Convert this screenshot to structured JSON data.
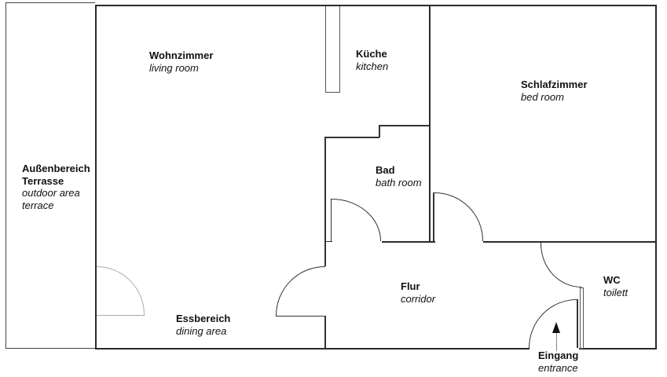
{
  "rooms": {
    "terrasse": {
      "de1": "Außenbereich",
      "de2": "Terrasse",
      "en1": "outdoor area",
      "en2": "terrace"
    },
    "wohnzimmer": {
      "de": "Wohnzimmer",
      "en": "living room"
    },
    "kueche": {
      "de": "Küche",
      "en": "kitchen"
    },
    "schlafzimmer": {
      "de": "Schlafzimmer",
      "en": "bed room"
    },
    "bad": {
      "de": "Bad",
      "en": "bath room"
    },
    "flur": {
      "de": "Flur",
      "en": "corridor"
    },
    "essbereich": {
      "de": "Essbereich",
      "en": "dining area"
    },
    "wc": {
      "de": "WC",
      "en": "toilett"
    },
    "eingang": {
      "de": "Eingang",
      "en": "entrance"
    }
  },
  "icons": {
    "entrance_arrow": "up-arrow"
  },
  "colors": {
    "background": "#ffffff",
    "wall": "#2b2b2b",
    "door_line": "#333333",
    "thin_line": "#444444",
    "terrace_door": "#ababab",
    "arrow": "#111111"
  }
}
